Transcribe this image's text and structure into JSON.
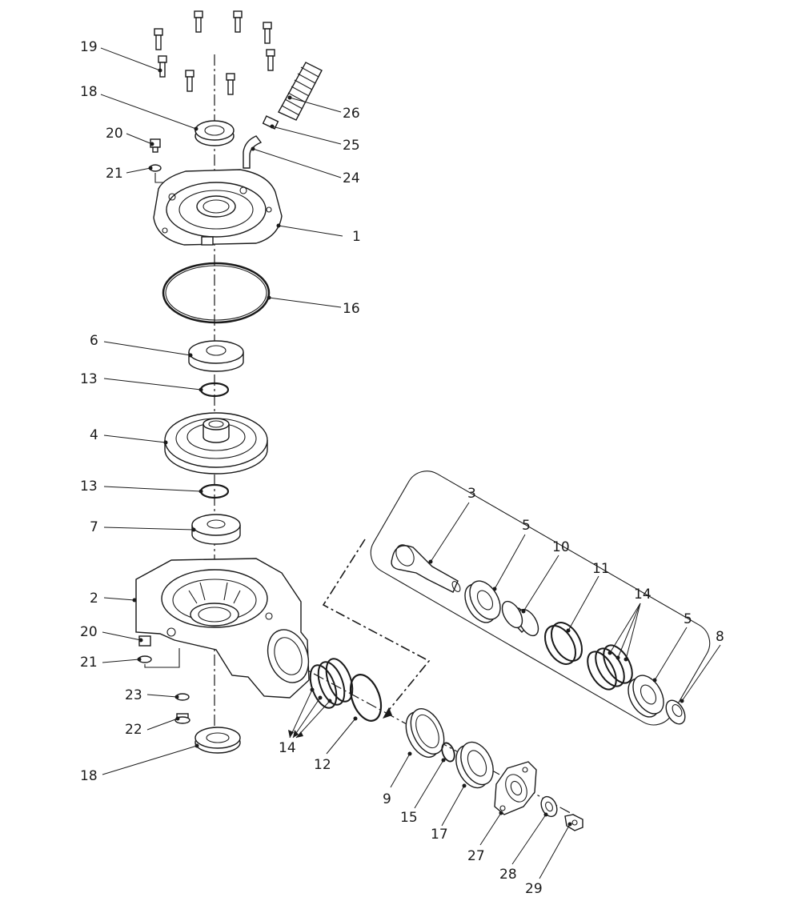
{
  "diagram": {
    "callouts": [
      {
        "id": "19a",
        "text": "19"
      },
      {
        "id": "18a",
        "text": "18"
      },
      {
        "id": "20a",
        "text": "20"
      },
      {
        "id": "21a",
        "text": "21"
      },
      {
        "id": "26",
        "text": "26"
      },
      {
        "id": "25",
        "text": "25"
      },
      {
        "id": "24",
        "text": "24"
      },
      {
        "id": "1",
        "text": "1"
      },
      {
        "id": "16",
        "text": "16"
      },
      {
        "id": "6",
        "text": "6"
      },
      {
        "id": "13a",
        "text": "13"
      },
      {
        "id": "4",
        "text": "4"
      },
      {
        "id": "13b",
        "text": "13"
      },
      {
        "id": "7",
        "text": "7"
      },
      {
        "id": "2",
        "text": "2"
      },
      {
        "id": "20b",
        "text": "20"
      },
      {
        "id": "21b",
        "text": "21"
      },
      {
        "id": "23",
        "text": "23"
      },
      {
        "id": "22",
        "text": "22"
      },
      {
        "id": "18b",
        "text": "18"
      },
      {
        "id": "14a",
        "text": "14"
      },
      {
        "id": "12",
        "text": "12"
      },
      {
        "id": "9",
        "text": "9"
      },
      {
        "id": "15",
        "text": "15"
      },
      {
        "id": "17",
        "text": "17"
      },
      {
        "id": "27",
        "text": "27"
      },
      {
        "id": "28",
        "text": "28"
      },
      {
        "id": "29",
        "text": "29"
      },
      {
        "id": "3",
        "text": "3"
      },
      {
        "id": "5a",
        "text": "5"
      },
      {
        "id": "10",
        "text": "10"
      },
      {
        "id": "11",
        "text": "11"
      },
      {
        "id": "14b",
        "text": "14"
      },
      {
        "id": "5b",
        "text": "5"
      },
      {
        "id": "8",
        "text": "8"
      }
    ]
  }
}
